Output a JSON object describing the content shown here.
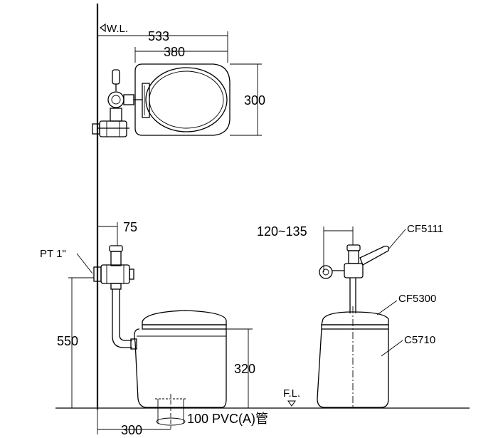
{
  "labels": {
    "water_level": "W.L.",
    "thread": "PT 1\"",
    "floor_level": "F.L.",
    "outlet": "100 PVC(A)管",
    "flush_valve": "CF5111",
    "seat": "CF5300",
    "bowl": "C5710"
  },
  "dimensions": {
    "total_depth": "533",
    "seat_length": "380",
    "seat_width": "300",
    "wall_offset": "75",
    "valve_range": "120~135",
    "inlet_height": "550",
    "bowl_height": "320",
    "outlet_offset": "300"
  }
}
